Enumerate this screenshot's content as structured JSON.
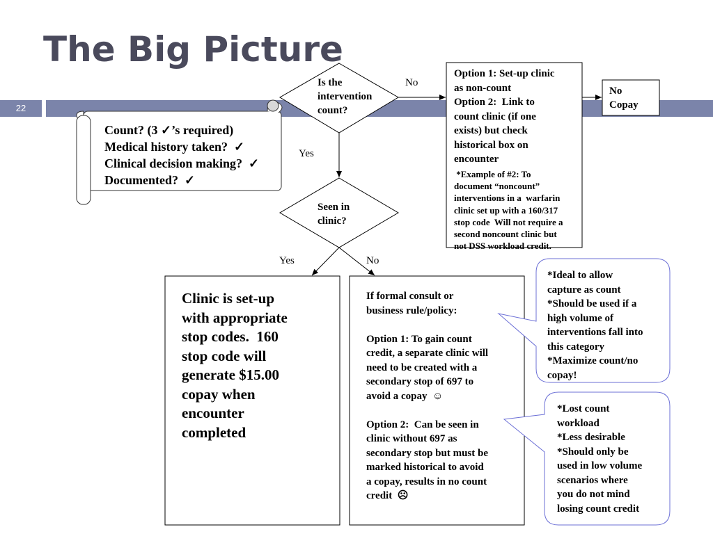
{
  "slide": {
    "title": "The Big Picture",
    "number": "22"
  },
  "scroll": {
    "lines": [
      "Count? (3 ✓’s required)",
      "Medical history taken?  ✓",
      "Clinical decision making?  ✓",
      "Documented?  ✓"
    ]
  },
  "decision1": {
    "lines": [
      "Is the",
      "intervention",
      "count?"
    ],
    "no_label": "No",
    "yes_label": "Yes"
  },
  "option_box": {
    "lines": [
      "Option 1: Set-up clinic",
      "as non-count",
      "Option 2:  Link to",
      "count clinic (if one",
      "exists) but check",
      "historical box on",
      "encounter"
    ],
    "example_lines": [
      " *Example of #2: To",
      "document “noncount”",
      "interventions in a  warfarin",
      "clinic set up with a 160/317",
      "stop code  Will not require a",
      "second noncount clinic but",
      "not DSS workload credit."
    ]
  },
  "no_copay_box": {
    "lines": [
      "No",
      "Copay"
    ]
  },
  "decision2": {
    "lines": [
      "Seen in",
      "clinic?"
    ],
    "yes_label": "Yes",
    "no_label": "No"
  },
  "clinic_box": {
    "lines": [
      "Clinic is set-up",
      "with appropriate",
      "stop codes.  160",
      "stop code will",
      "generate $15.00",
      "copay when",
      "encounter",
      "completed"
    ]
  },
  "consult_box": {
    "lines": [
      "If formal consult or",
      "business rule/policy:",
      "",
      "Option 1: To gain count",
      "credit, a separate clinic will",
      "need to be created with a",
      "secondary stop of 697 to",
      "avoid a copay  ☺",
      "",
      "Option 2:  Can be seen in",
      "clinic without 697 as",
      "secondary stop but must be",
      "marked historical to avoid",
      "a copay, results in no count",
      "credit  ☹"
    ]
  },
  "callout1": {
    "lines": [
      "*Ideal to allow",
      "capture as count",
      "*Should be used if a",
      "high volume of",
      "interventions fall into",
      "this category",
      "*Maximize count/no",
      "copay!"
    ]
  },
  "callout2": {
    "lines": [
      "*Lost count",
      "workload",
      "*Less desirable",
      "*Should only be",
      "used in low volume",
      "scenarios where",
      "you do not mind",
      "losing count credit"
    ]
  },
  "colors": {
    "band": "#7b84aa",
    "title": "#4a4a5c",
    "callout_border": "#6b6fd6"
  }
}
